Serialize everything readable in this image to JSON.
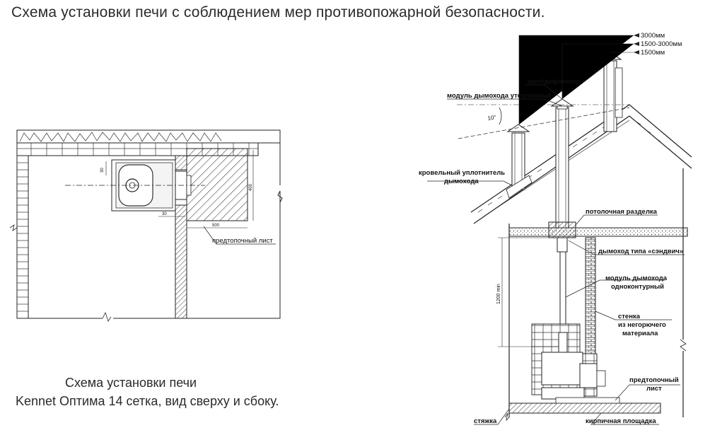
{
  "title": "Схема установки печи с соблюдением мер противопожарной безопасности.",
  "caption": {
    "line1": "Схема установки печи",
    "line2": "Kennet Оптима 14 сетка, вид сверху и сбоку."
  },
  "top_view": {
    "label_hearth_sheet": "предтопочный лист",
    "dim_30_top": "30",
    "dim_30_side": "30",
    "dim_500": "500",
    "dim_height": "400"
  },
  "side_view": {
    "heights": [
      "3000мм",
      "1500-3000мм",
      "1500мм"
    ],
    "angle": "10°",
    "labels": {
      "umbrella": "зонт/дефлектор",
      "insulated_module": "модуль дымохода утепленный",
      "roof_seal_1": "кровельный уплотнитель",
      "roof_seal_2": "дымохода",
      "ceiling_cut": "потолочная разделка",
      "sandwich": "дымоход типа «сэндвич»",
      "single_module_1": "модуль дымохода",
      "single_module_2": "одноконтурный",
      "wall_1": "стенка",
      "wall_2": "из негорючего",
      "wall_3": "материала",
      "hearth_1": "предтопочный",
      "hearth_2": "лист",
      "screed": "стяжка",
      "brick_pad": "кирпичная площадка",
      "dim_1200": "1200 min"
    }
  }
}
